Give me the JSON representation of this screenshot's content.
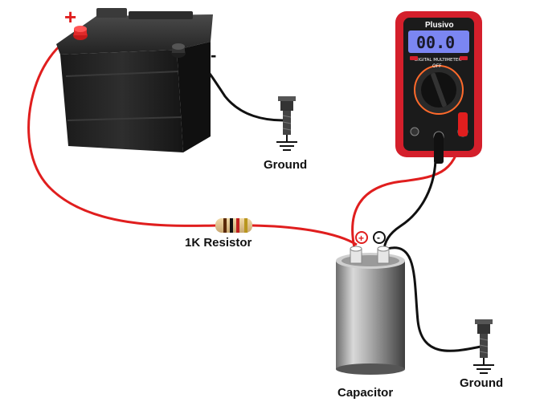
{
  "labels": {
    "battery_plus": "+",
    "battery_minus": "-",
    "ground_battery": "Ground",
    "ground_capacitor": "Ground",
    "resistor": "1K Resistor",
    "capacitor": "Capacitor",
    "cap_plus": "+",
    "cap_minus": "-"
  },
  "multimeter": {
    "brand": "Plusivo",
    "display": "00.0",
    "model": "DIGITAL MULTIMETER",
    "off_label": "OFF"
  },
  "colors": {
    "wire_red": "#e01e1e",
    "wire_black": "#111111",
    "meter_body": "#d41f2b",
    "lcd": "#7b86f2"
  }
}
